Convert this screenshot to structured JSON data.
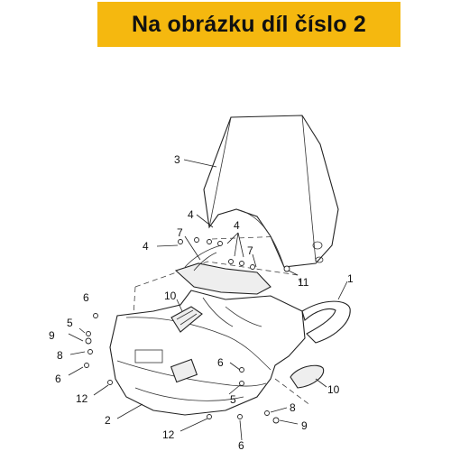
{
  "banner": {
    "text": "Na obrázku díl číslo 2"
  },
  "colors": {
    "banner_bg": "#f5b80f",
    "line": "#222222"
  },
  "callouts": [
    "3",
    "4",
    "4",
    "4",
    "7",
    "7",
    "1",
    "11",
    "10",
    "6",
    "5",
    "9",
    "8",
    "6",
    "12",
    "2",
    "6",
    "5",
    "10",
    "8",
    "9",
    "12",
    "6"
  ]
}
